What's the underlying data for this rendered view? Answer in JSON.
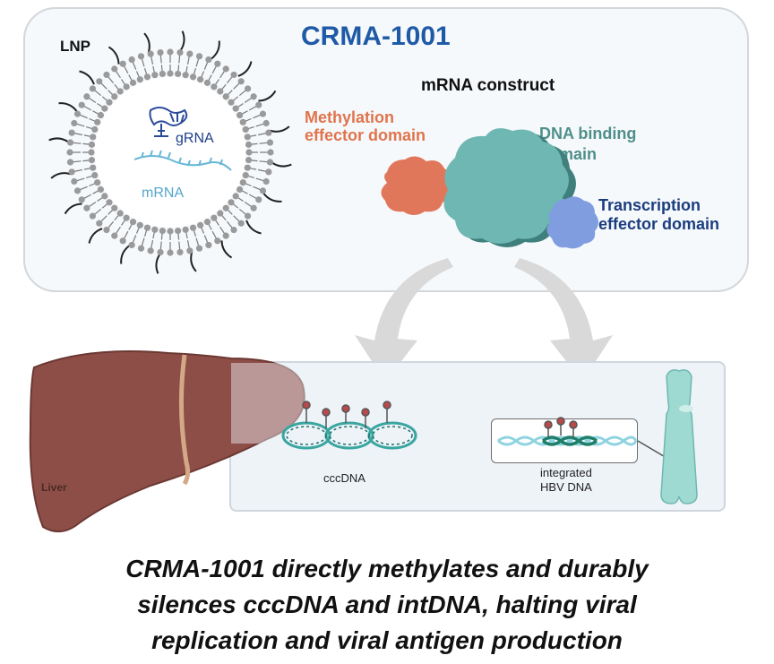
{
  "title": "CRMA-1001",
  "lnp": {
    "label": "LNP",
    "grna": "gRNA",
    "mrna": "mRNA"
  },
  "construct": {
    "heading": "mRNA construct",
    "methylation_line1": "Methylation",
    "methylation_line2": "effector domain",
    "dna_binding_line1": "DNA binding",
    "dna_binding_line2": "domain",
    "transcription_line1": "Transcription",
    "transcription_line2": "effector domain"
  },
  "liver_label": "Liver",
  "cccdna_label": "cccDNA",
  "hbv_line1": "integrated",
  "hbv_line2": "HBV DNA",
  "caption": {
    "line1": "CRMA-1001 directly methylates and durably",
    "line2": "silences cccDNA and intDNA, halting viral",
    "line3": "replication and viral antigen production"
  },
  "colors": {
    "title": "#1f5aa6",
    "methylation": "#e0744c",
    "dna_binding": "#4f8f8a",
    "transcription": "#1b3d7e",
    "liver": "#8e4e48",
    "dna_strand": "#3aa6a0"
  }
}
